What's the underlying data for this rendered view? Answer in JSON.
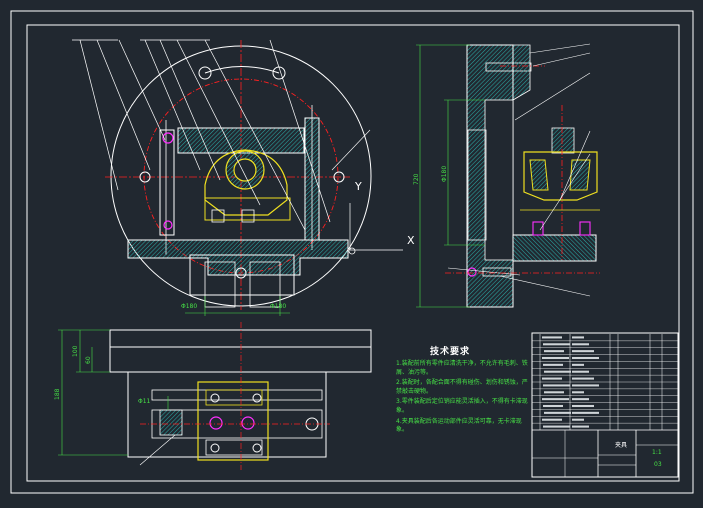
{
  "drawing": {
    "technical_requirements": {
      "title": "技术要求",
      "items": [
        "1.装配前所有零件应清洗干净，不允许有毛刺、铁屑、油污等。",
        "2.装配时，各配合面不得有碰伤、划伤和锈蚀，严禁敲击硬物。",
        "3.零件装配后定位销应能灵活插入，不得有卡滞现象。",
        "4.夹具装配后各运动部件应灵活可靠，无卡滞现象。"
      ]
    },
    "dimensions": {
      "top_left_a": "Φ180",
      "top_left_b": "Φ180",
      "side_height": "720",
      "side_inner": "Φ180",
      "left_height_a": "100",
      "left_height_b": "60",
      "left_height_c": "188",
      "small_dim": "Φ11"
    },
    "axis_labels": {
      "y": "Y",
      "x": "X"
    },
    "title_block": {
      "name": "夹具",
      "scale": "1:1",
      "mark": "03"
    },
    "colors": {
      "background": "#212830",
      "line": "#ffffff",
      "hatch": "#2a9d9a",
      "center_line": "#ff2020",
      "dimension": "#46e046",
      "part_yellow": "#f0e020",
      "part_magenta": "#ff30ff"
    }
  }
}
